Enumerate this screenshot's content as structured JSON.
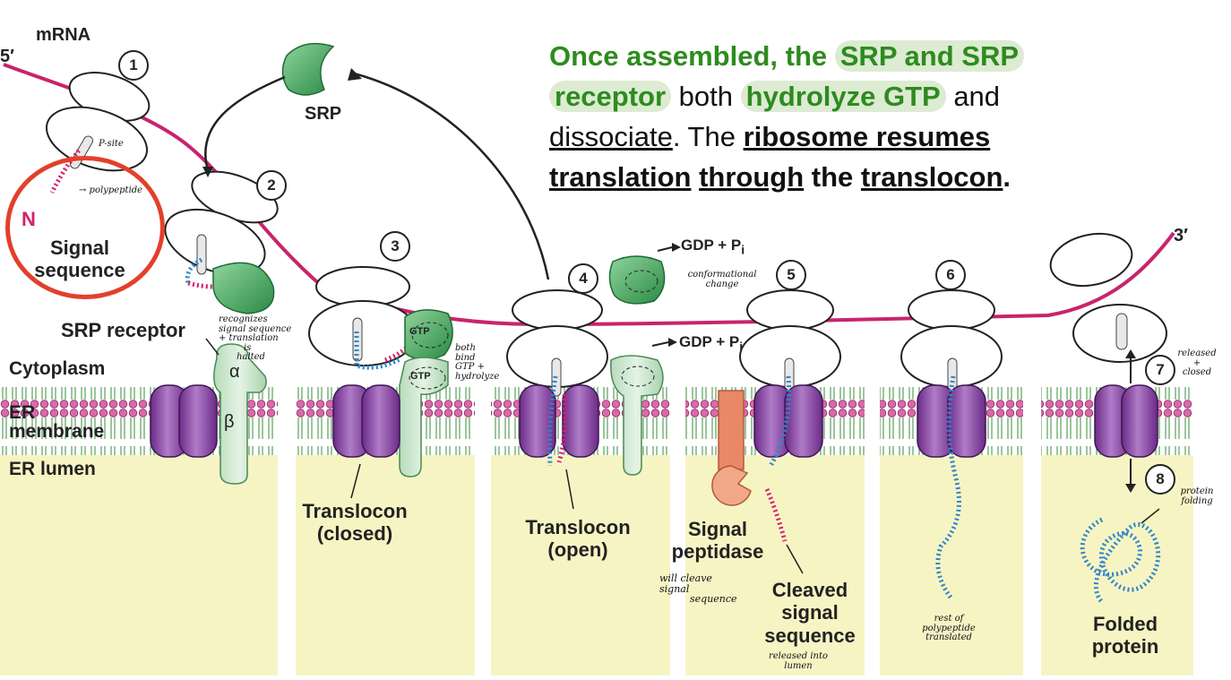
{
  "callout": {
    "s1": "Once assembled, the",
    "s2": "SRP and SRP",
    "s3": "receptor",
    "s4": "both",
    "s5": "hydrolyze GTP",
    "s6": "and",
    "s7": "dissociate",
    "s8": ". The",
    "s9": "ribosome resumes",
    "s10": "translation",
    "s11": "through",
    "s12": "the",
    "s13": "translocon",
    "s14": "."
  },
  "labels": {
    "five_prime": "5′",
    "three_prime": "3′",
    "mrna": "mRNA",
    "n_term": "N",
    "signal_sequence": [
      "Signal",
      "sequence"
    ],
    "srp": "SRP",
    "srp_receptor": "SRP receptor",
    "alpha": "α",
    "beta": "β",
    "cytoplasm": "Cytoplasm",
    "er_membrane": [
      "ER",
      "membrane"
    ],
    "er_lumen": "ER lumen",
    "gtp": "GTP",
    "gdp_pi": "GDP + P",
    "gdp_pi_sub": "i",
    "translocon_closed": [
      "Translocon",
      "(closed)"
    ],
    "translocon_open": [
      "Translocon",
      "(open)"
    ],
    "signal_peptidase": [
      "Signal",
      "peptidase"
    ],
    "cleaved_signal_sequence": [
      "Cleaved",
      "signal",
      "sequence"
    ],
    "folded_protein": [
      "Folded",
      "protein"
    ]
  },
  "steps": [
    "1",
    "2",
    "3",
    "4",
    "5",
    "6",
    "7",
    "8"
  ],
  "handwritten": {
    "psite": "P-site",
    "polypeptide": "→ polypeptide",
    "recognizes": [
      "recognizes",
      "signal sequence",
      "+ translation",
      "is",
      "halted"
    ],
    "both_bind": [
      "both",
      "bind",
      "GTP +",
      "hydrolyze"
    ],
    "conformational": [
      "conformational",
      "change"
    ],
    "will_cleave": [
      "will cleave",
      "signal",
      "sequence"
    ],
    "released_lumen": [
      "released into",
      "lumen"
    ],
    "rest_polypeptide": [
      "rest of",
      "polypeptide",
      "translated"
    ],
    "released_closed": [
      "released",
      "+",
      "closed"
    ],
    "protein_folding": [
      "protein",
      "folding"
    ]
  },
  "colors": {
    "mrna": "#c8246e",
    "signal_seq": "#d4206c",
    "polypeptide": "#2f86c8",
    "srp_green": "#3fa158",
    "receptor_green": "#cde8d0",
    "translocon_purple": "#8c4aa8",
    "lipid_head": "#d86aa8",
    "lumen_yellow": "#f7f4c4",
    "peptidase": "#e88866",
    "callout_green": "#2e8b1f",
    "highlight": "#dcebd2",
    "circle_red": "#e2402b"
  }
}
